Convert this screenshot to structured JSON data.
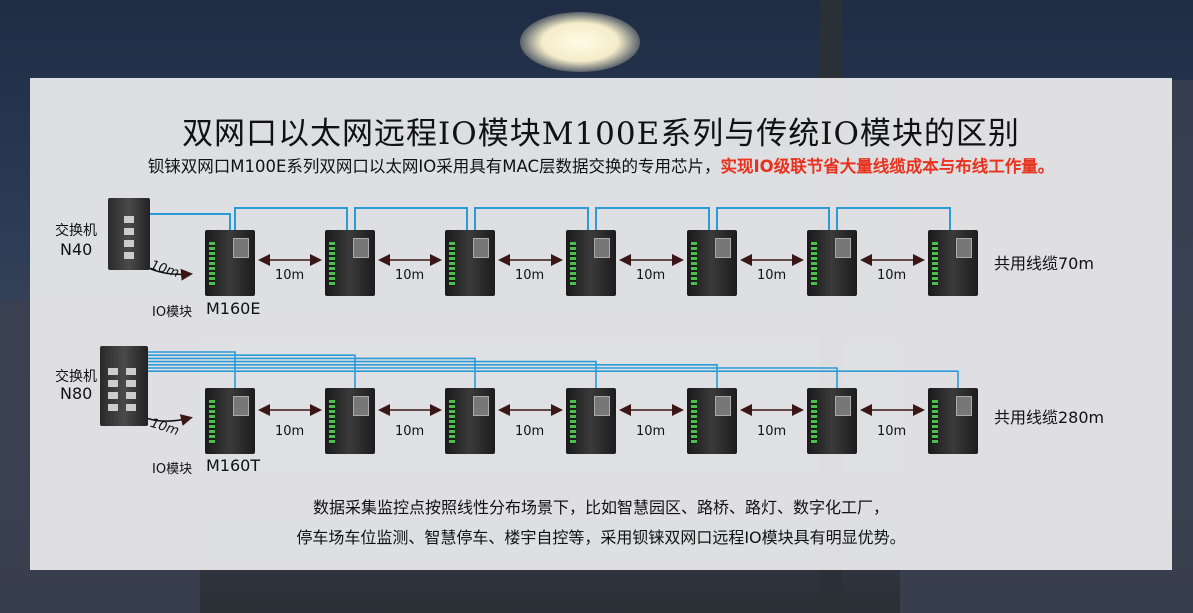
{
  "title": "双网口以太网远程IO模块M100E系列与传统IO模块的区别",
  "subtitle": {
    "text": "钡铼双网口M100E系列双网口以太网IO采用具有MAC层数据交换的专用芯片，",
    "highlight": "实现IO级联节省大量线缆成本与布线工作量。",
    "highlight_color": "#e8321d"
  },
  "row1": {
    "switch_label": "交换机",
    "switch_model": "N40",
    "module_label": "IO模块",
    "module_model": "M160E",
    "first_link": "10m",
    "links": [
      "10m",
      "10m",
      "10m",
      "10m",
      "10m",
      "10m"
    ],
    "cable_total": "共用线缆70m",
    "line_color": "#2b9bd8"
  },
  "row2": {
    "switch_label": "交换机",
    "switch_model": "N80",
    "module_label": "IO模块",
    "module_model": "M160T",
    "first_link": "10m",
    "links": [
      "10m",
      "10m",
      "10m",
      "10m",
      "10m",
      "10m"
    ],
    "cable_total": "共用线缆280m",
    "line_color": "#2b9bd8"
  },
  "footer": {
    "line1": "数据采集监控点按照线性分布场景下，比如智慧园区、路桥、路灯、数字化工厂，",
    "line2": "停车场车位监测、智慧停车、楼宇自控等，采用钡铼双网口远程IO模块具有明显优势。"
  }
}
